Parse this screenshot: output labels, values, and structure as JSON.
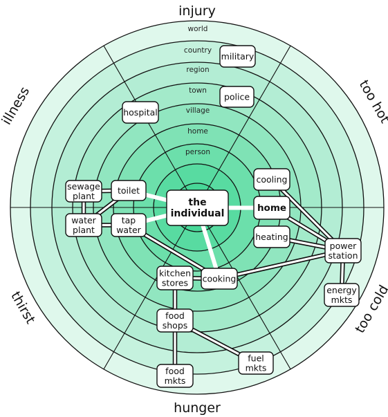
{
  "colors": {
    "ring_fills": [
      "#dff8ec",
      "#c5f2de",
      "#b3edd4",
      "#a3eaca",
      "#91e6c0",
      "#7fe2b5",
      "#6cdfab",
      "#58dba1",
      "#47d898"
    ],
    "ring_stroke": "#111111",
    "link_white": "#ffffff"
  },
  "outer_labels": {
    "top": "injury",
    "top_right": "too hot",
    "bottom_right": "too cold",
    "bottom": "hunger",
    "bottom_left": "thirst",
    "top_left": "illness"
  },
  "rings": [
    "world",
    "country",
    "region",
    "town",
    "village",
    "home",
    "person"
  ],
  "nodes": {
    "military": {
      "lines": [
        "military"
      ]
    },
    "police": {
      "lines": [
        "police"
      ]
    },
    "hospital": {
      "lines": [
        "hospital"
      ]
    },
    "cooling": {
      "lines": [
        "cooling"
      ]
    },
    "home": {
      "lines": [
        "home"
      ]
    },
    "heating": {
      "lines": [
        "heating"
      ]
    },
    "power_station": {
      "lines": [
        "power",
        "station"
      ]
    },
    "energy_mkts": {
      "lines": [
        "energy",
        "mkts"
      ]
    },
    "individual": {
      "lines": [
        "the",
        "individual"
      ]
    },
    "sewage_plant": {
      "lines": [
        "sewage",
        "plant"
      ]
    },
    "toilet": {
      "lines": [
        "toilet"
      ]
    },
    "water_plant": {
      "lines": [
        "water",
        "plant"
      ]
    },
    "tap_water": {
      "lines": [
        "tap",
        "water"
      ]
    },
    "kitchen_stores": {
      "lines": [
        "kitchen",
        "stores"
      ]
    },
    "cooking": {
      "lines": [
        "cooking"
      ]
    },
    "food_shops": {
      "lines": [
        "food",
        "shops"
      ]
    },
    "food_mkts": {
      "lines": [
        "food",
        "mkts"
      ]
    },
    "fuel_mkts": {
      "lines": [
        "fuel",
        "mkts"
      ]
    }
  }
}
